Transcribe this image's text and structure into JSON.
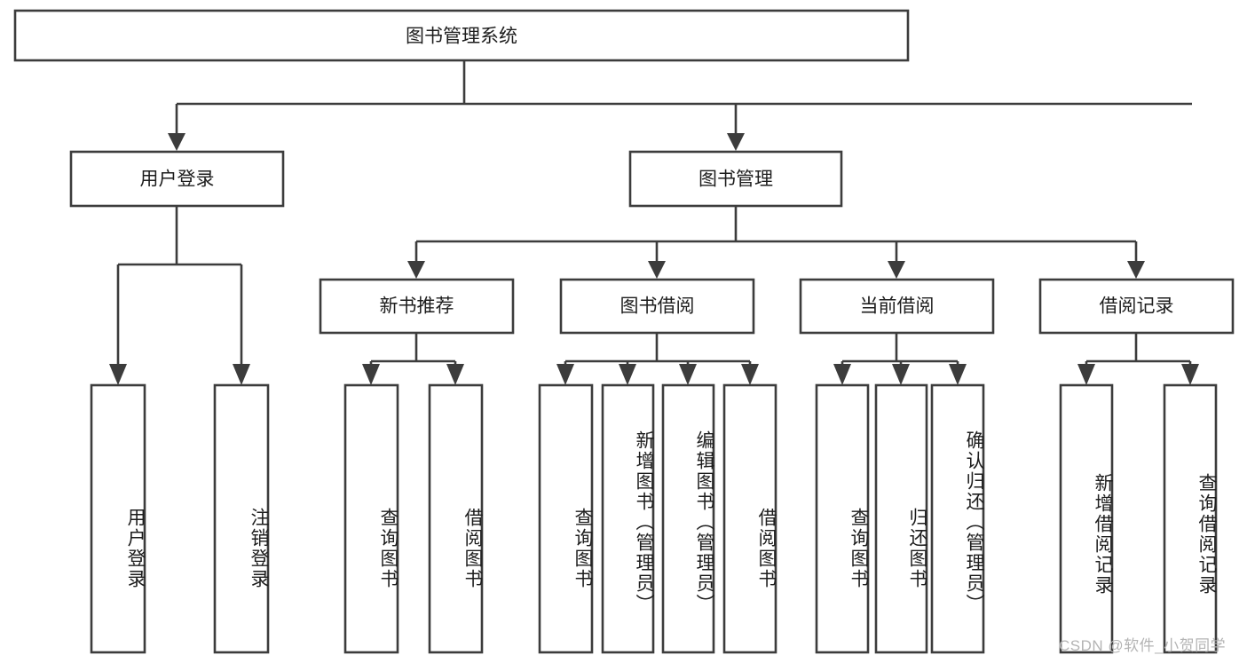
{
  "diagram": {
    "title": "图书管理系统",
    "type": "tree-hierarchy-diagram",
    "colors": {
      "stroke": "#3c3c3c",
      "fill": "#ffffff",
      "text": "#1d1d1d",
      "watermark": "#b4b4b4"
    },
    "root": {
      "label": "图书管理系统"
    },
    "level2": [
      {
        "label": "用户登录"
      },
      {
        "label": "图书管理"
      }
    ],
    "level3": [
      {
        "label": "新书推荐"
      },
      {
        "label": "图书借阅"
      },
      {
        "label": "当前借阅"
      },
      {
        "label": "借阅记录"
      }
    ],
    "leaves": {
      "user_login": [
        {
          "label": "用户登录"
        },
        {
          "label": "注销登录"
        }
      ],
      "new_book_recommend": [
        {
          "label": "查询图书"
        },
        {
          "label": "借阅图书"
        }
      ],
      "book_borrow": [
        {
          "label": "查询图书"
        },
        {
          "label": "新增图书（管理员）"
        },
        {
          "label": "编辑图书（管理员）"
        },
        {
          "label": "借阅图书"
        }
      ],
      "current_borrow": [
        {
          "label": "查询图书"
        },
        {
          "label": "归还图书"
        },
        {
          "label": "确认归还（管理员）"
        }
      ],
      "borrow_record": [
        {
          "label": "新增借阅记录"
        },
        {
          "label": "查询借阅记录"
        }
      ]
    },
    "watermark": "CSDN @软件_小贺同学"
  }
}
